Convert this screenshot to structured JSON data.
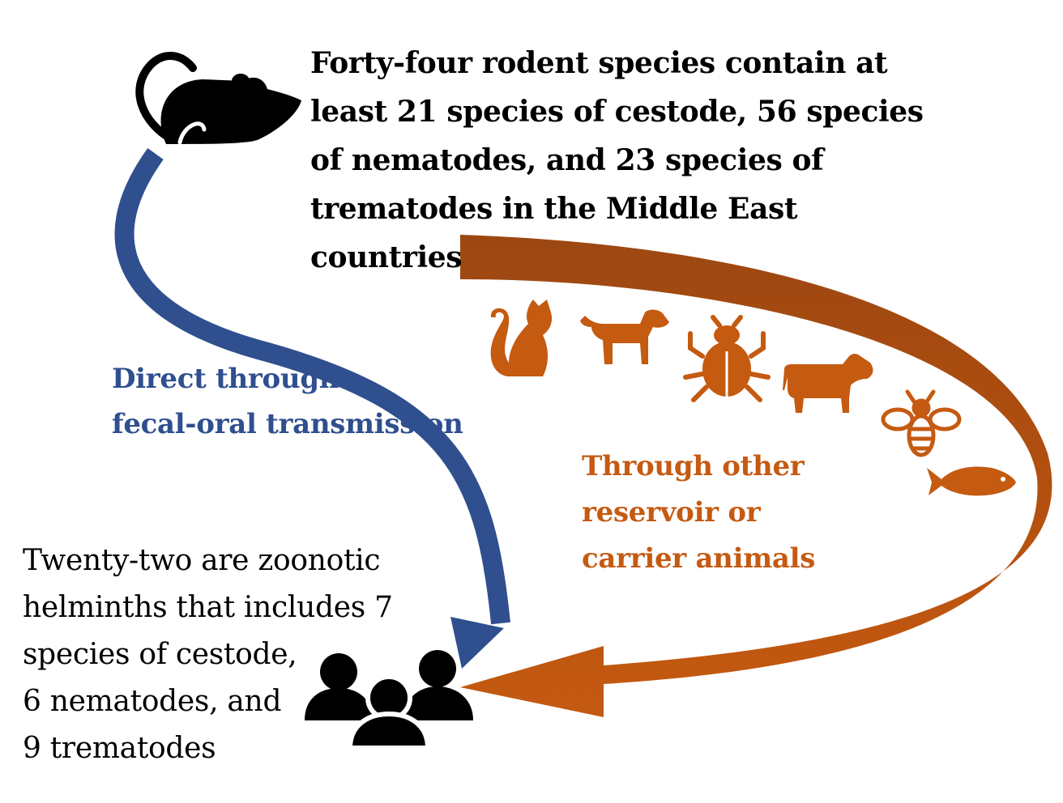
{
  "colors": {
    "direct_arrow": "#2f4f8f",
    "carrier_arrow_dark": "#9c4712",
    "carrier_arrow_light": "#c55a11",
    "animal_icons": "#c55a11",
    "rodent_icon": "#000000",
    "people_icon": "#000000"
  },
  "icons": {
    "rodent": "rodent-icon",
    "people": "people-group-icon",
    "animals": [
      "cat-icon",
      "dog-icon",
      "beetle-icon",
      "cow-icon",
      "bee-icon",
      "fish-icon"
    ]
  },
  "top_text": {
    "lines": [
      "Forty-four rodent species contain at",
      "least 21 species of cestode, 56 species",
      "of nematodes, and 23 species of",
      "trematodes in the Middle East",
      "countries"
    ]
  },
  "direct_label": {
    "lines": [
      "Direct through",
      "fecal-oral transmission"
    ]
  },
  "carrier_label": {
    "lines": [
      "Through other",
      "reservoir or",
      "carrier animals"
    ]
  },
  "bottom_text": {
    "lines": [
      "Twenty-two are zoonotic",
      "helminths that includes 7",
      "species of cestode,",
      "6 nematodes, and",
      "9 trematodes"
    ]
  }
}
